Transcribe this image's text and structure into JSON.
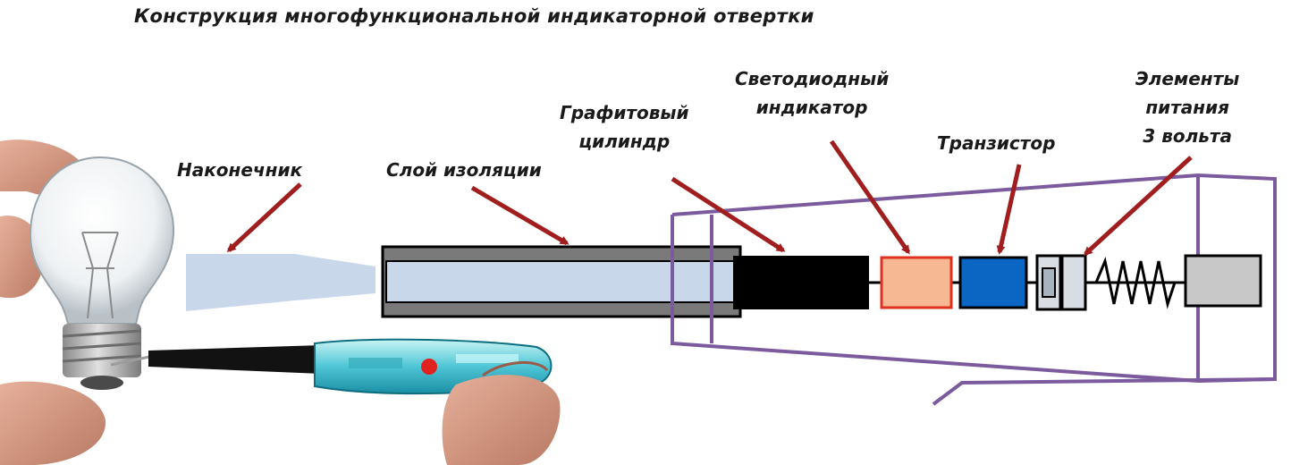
{
  "title": "Конструкция многофункциональной индикаторной отвертки",
  "labels": {
    "tip": "Наконечник",
    "insulation": "Слой изоляции",
    "graphite": [
      "Графитовый",
      "цилиндр"
    ],
    "led": [
      "Светодиодный",
      "индикатор"
    ],
    "transistor": "Транзистор",
    "battery": [
      "Элементы",
      "питания",
      "3 вольта"
    ]
  },
  "colors": {
    "arrow": "#a01e1e",
    "housing": "#7b5a9e",
    "tip": "#c8d8ea",
    "led": "#f5b893",
    "led_border": "#e0301e",
    "transistor": "#0a66c2",
    "graphite": "#000000",
    "cap": "#c8c8c8"
  },
  "illustration": {
    "bulb": "light-bulb",
    "screwdriver": "indicator-screwdriver"
  }
}
